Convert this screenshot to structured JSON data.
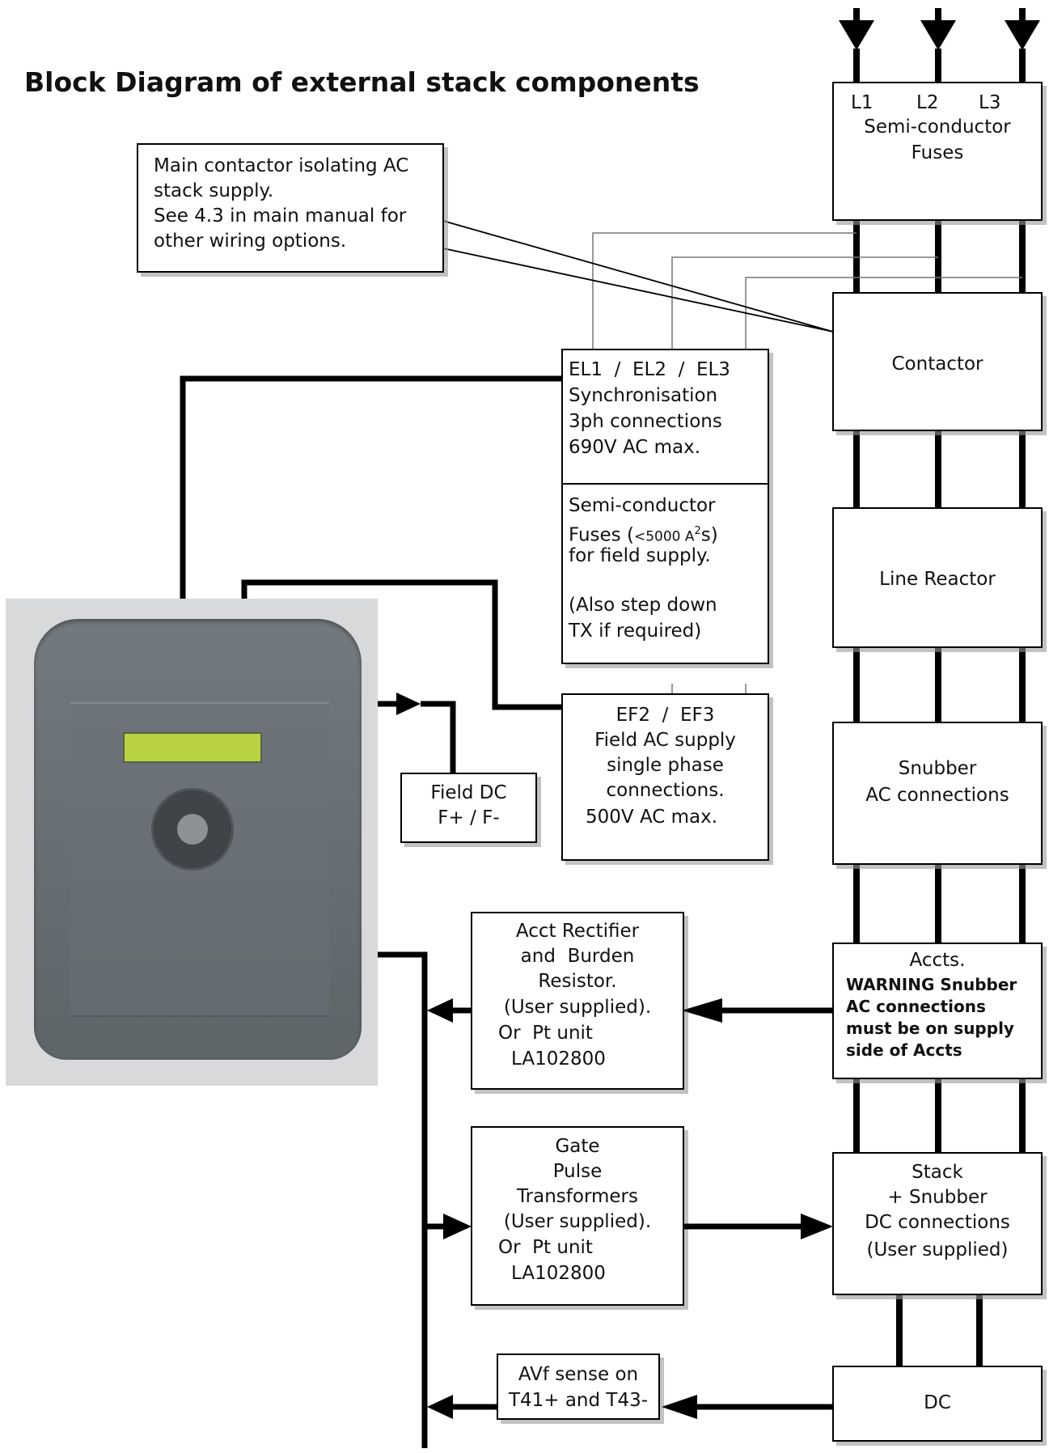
{
  "title": "Block Diagram of external stack components",
  "callout": {
    "lines": [
      "Main contactor isolating AC",
      "stack supply.",
      "See 4.3 in main manual for",
      "other wiring options."
    ]
  },
  "semiconductor_fuses": {
    "phases": [
      "L1",
      "L2",
      "L3"
    ],
    "lines": [
      "Semi-conductor",
      "Fuses"
    ]
  },
  "contactor": {
    "label": "Contactor"
  },
  "line_reactor": {
    "label": "Line Reactor"
  },
  "snubber_ac": {
    "lines": [
      "Snubber",
      "AC connections"
    ]
  },
  "accts": {
    "label": "Accts.",
    "warning": [
      "WARNING Snubber",
      "AC connections",
      "must be on supply",
      "side of Accts"
    ]
  },
  "stack": {
    "lines": [
      "Stack",
      "+ Snubber",
      "DC connections",
      "(User supplied)"
    ]
  },
  "dc": {
    "label": "DC"
  },
  "synchronisation": {
    "lines": [
      "EL1  /  EL2  /  EL3",
      "Synchronisation",
      "3ph connections",
      "690V AC max."
    ]
  },
  "field_fuses": {
    "line1": "Semi-conductor",
    "line2_prefix": "Fuses (",
    "line2_small": "<5000 A",
    "line2_sup": "2",
    "line2_suffix": "s)",
    "line3": "for field supply.",
    "line4": "(Also step down",
    "line5": "TX if required)"
  },
  "field_ac": {
    "lines": [
      "EF2  /  EF3",
      "Field AC supply",
      "single phase",
      "connections.",
      "500V AC max."
    ]
  },
  "field_dc": {
    "lines": [
      "Field DC",
      "F+ / F-"
    ]
  },
  "acct_rectifier": {
    "lines": [
      "Acct Rectifier",
      "and  Burden",
      "Resistor.",
      "(User supplied).",
      "Or  Pt unit",
      "LA102800"
    ]
  },
  "gate_pulse": {
    "lines": [
      "Gate",
      "Pulse",
      "Transformers",
      "(User supplied).",
      "Or  Pt unit",
      "LA102800"
    ]
  },
  "avf_sense": {
    "lines": [
      "AVf sense on",
      "T41+ and T43-"
    ]
  },
  "drive_image": {
    "description_icon": "dc-drive-unit-photo"
  }
}
